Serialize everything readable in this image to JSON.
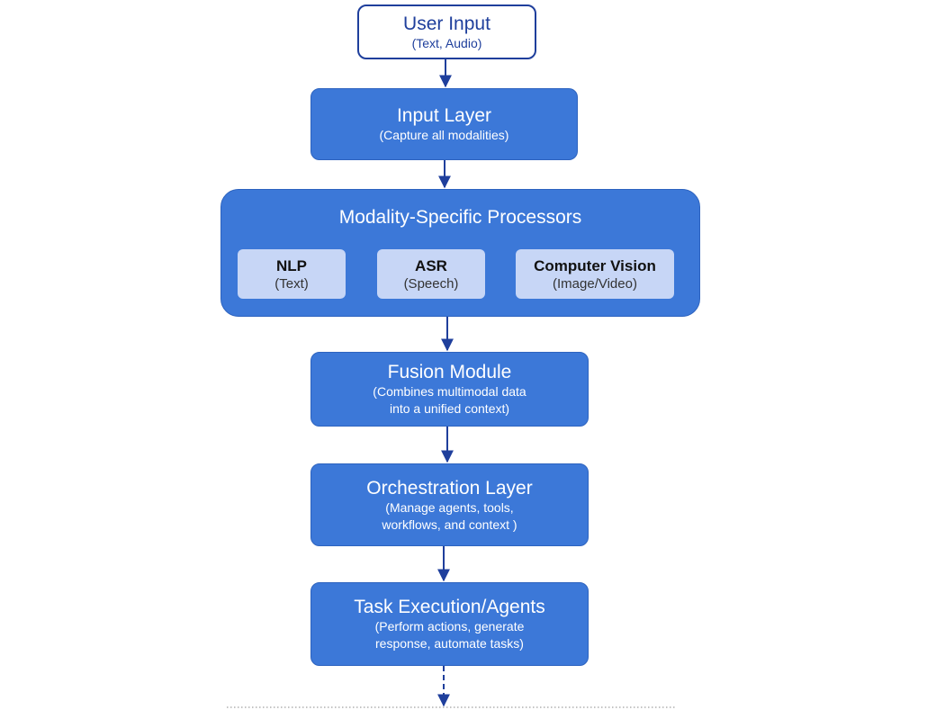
{
  "nodes": {
    "user_input": {
      "title": "User Input",
      "subtitle": "(Text,  Audio)"
    },
    "input_layer": {
      "title": "Input Layer",
      "subtitle": "(Capture all modalities)"
    },
    "processors": {
      "title": "Modality-Specific Processors",
      "items": [
        {
          "title": "NLP",
          "subtitle": "(Text)"
        },
        {
          "title": "ASR",
          "subtitle": "(Speech)"
        },
        {
          "title": "Computer Vision",
          "subtitle": "(Image/Video)"
        }
      ]
    },
    "fusion": {
      "title": "Fusion Module",
      "subtitle": "(Combines multimodal data\n into a unified context)"
    },
    "orchestration": {
      "title": "Orchestration Layer",
      "subtitle": "(Manage agents, tools,\nworkflows, and context )"
    },
    "task_execution": {
      "title": "Task Execution/Agents",
      "subtitle": "(Perform actions, generate\nresponse, automate tasks)"
    }
  },
  "colors": {
    "box_fill": "#3c78d8",
    "box_text": "#ffffff",
    "outline_border": "#1f3f9c",
    "sub_box_fill": "#c7d6f6",
    "arrow": "#1f3f9c"
  }
}
